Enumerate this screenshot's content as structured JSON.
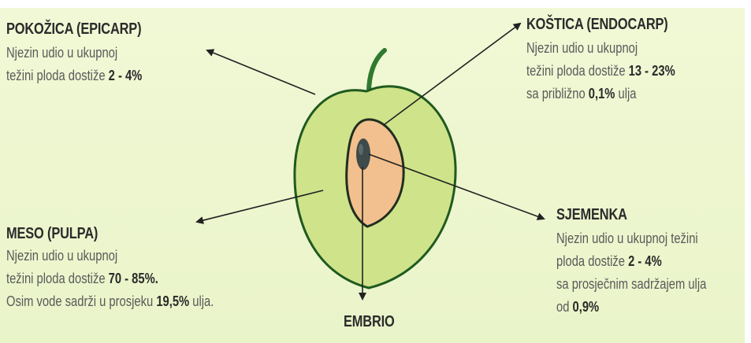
{
  "labels": {
    "epicarp": {
      "title": "POKOŽICA (EPICARP)",
      "line1": "Njezin udio u ukupnoj",
      "line2_text": "težini ploda dostiže ",
      "line2_bold": "2 - 4%"
    },
    "endocarp": {
      "title": "KOŠTICA (ENDOCARP)",
      "line1": "Njezin udio u ukupnoj",
      "line2_text": "težini ploda dostiže ",
      "line2_bold": "13 - 23%",
      "line3_text": "sa približno ",
      "line3_bold": "0,1%",
      "line3_tail": " ulja"
    },
    "pulpa": {
      "title": "MESO (PULPA)",
      "line1": "Njezin udio u ukupnoj",
      "line2_text": "težini ploda dostiže ",
      "line2_bold": "70 - 85%.",
      "line3_text": "Osim vode sadrži u prosjeku ",
      "line3_bold": "19,5%",
      "line3_tail": " ulja."
    },
    "sjemenka": {
      "title": "SJEMENKA",
      "line1": "Njezin udio u ukupnoj težini",
      "line2_text": "ploda dostiže ",
      "line2_bold": "2 - 4%",
      "line3": "sa prosječnim sadržajem ulja",
      "line4_text": "od ",
      "line4_bold": "0,9%"
    },
    "embrio": {
      "title": "EMBRIO"
    }
  },
  "colors": {
    "fruit_flesh": "#cfe38a",
    "fruit_outline": "#1f5a1f",
    "stem": "#2f7a2f",
    "stone": "#f2c08e",
    "seed": "#3f4a4a",
    "arrow": "#222222"
  }
}
